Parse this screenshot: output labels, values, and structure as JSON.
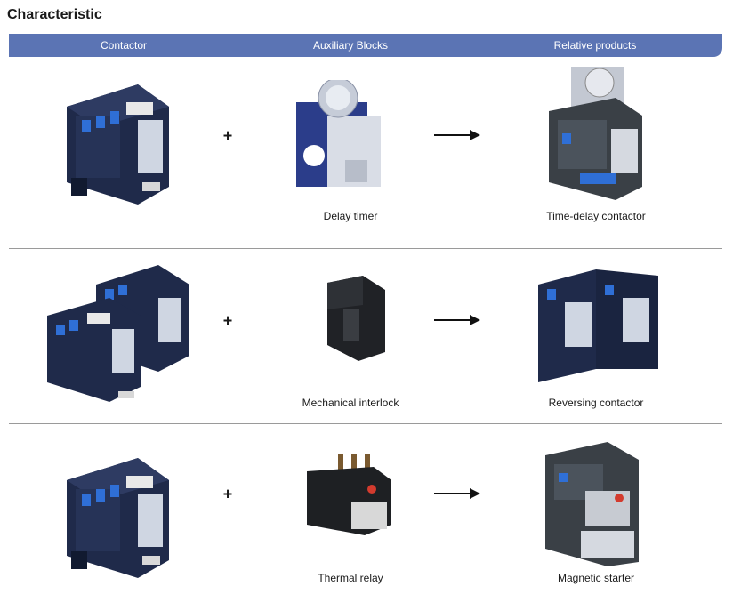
{
  "title": "Characteristic",
  "header": {
    "contactor": "Contactor",
    "auxiliary": "Auxiliary Blocks",
    "relative": "Relative products"
  },
  "plus_sign": "+",
  "rows": [
    {
      "aux_caption": "Delay timer",
      "product_caption": "Time-delay contactor"
    },
    {
      "aux_caption": "Mechanical interlock",
      "product_caption": "Reversing contactor"
    },
    {
      "aux_caption": "Thermal relay",
      "product_caption": "Magnetic starter"
    }
  ],
  "colors": {
    "header_bg": "#5b74b4",
    "product_body": "#1f2a4a",
    "accent_blue": "#2f6fd6"
  },
  "icons": {
    "contactor": "contactor-image",
    "delay_timer": "delay-timer-image",
    "interlock": "mechanical-interlock-image",
    "thermal_relay": "thermal-relay-image",
    "arrow": "arrow-right-icon"
  }
}
